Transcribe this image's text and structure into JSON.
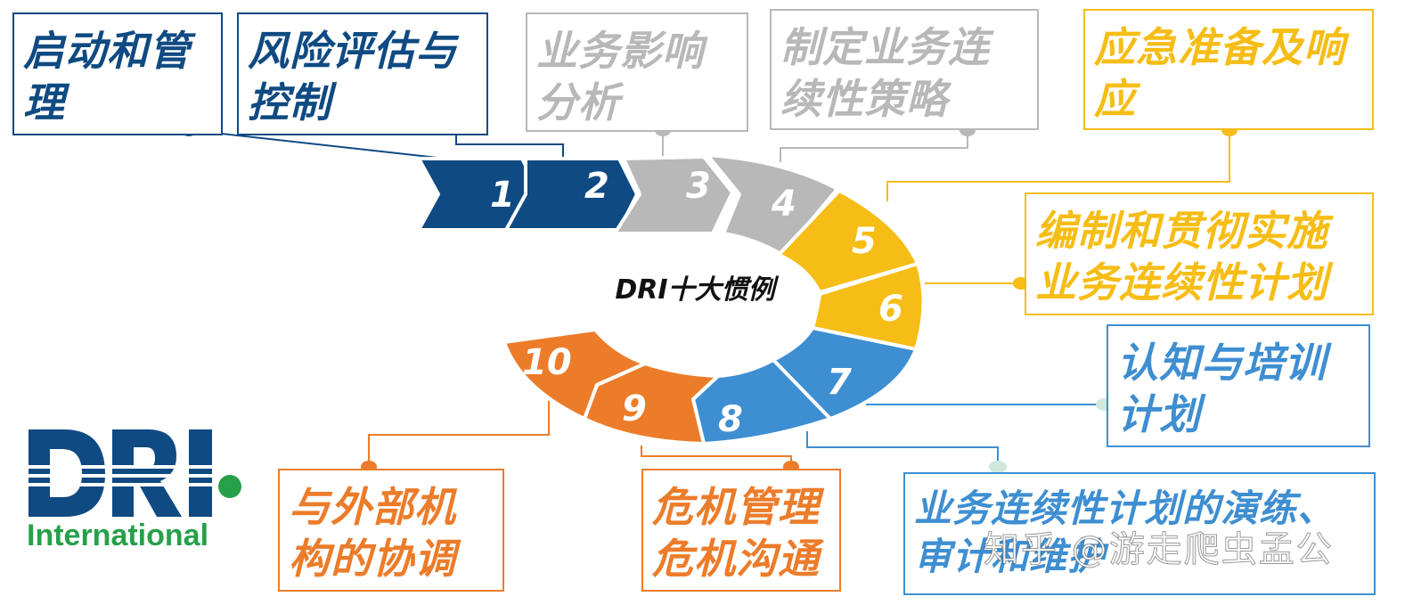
{
  "center_label": "DRI十大惯例",
  "colors": {
    "navy": "#0f4a82",
    "gray": "#b8b8b8",
    "gold": "#f6bd16",
    "blue": "#3e8ed2",
    "orange": "#ec7c2a",
    "green": "#27a04a",
    "connector_light": "#d2e7dc"
  },
  "steps": [
    {
      "number": "1",
      "label": "启动和管理"
    },
    {
      "number": "2",
      "label": "风险评估与控制"
    },
    {
      "number": "3",
      "label": "业务影响分析"
    },
    {
      "number": "4",
      "label": "制定业务连续性策略"
    },
    {
      "number": "5",
      "label": "应急准备及响应"
    },
    {
      "number": "6",
      "label": "编制和贯彻实施业务连续性计划"
    },
    {
      "number": "7",
      "label": "认知与培训计划"
    },
    {
      "number": "8",
      "label": "业务连续性计划的演练、审计和维护"
    },
    {
      "number": "9",
      "label": "危机管理危机沟通"
    },
    {
      "number": "10",
      "label": "与外部机构的协调"
    }
  ],
  "logo": {
    "text": "International",
    "icon": "dri-logo"
  },
  "watermark": "知乎 @游走爬虫孟公"
}
